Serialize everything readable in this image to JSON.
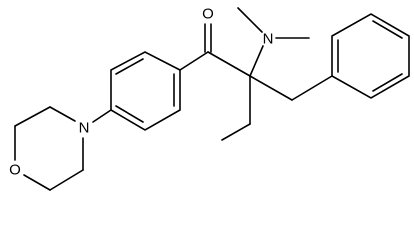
{
  "diagram": {
    "type": "skeletal-structure",
    "colors": {
      "bond": "#000000",
      "background": "#ffffff"
    },
    "atoms": {
      "oxygen_carbonyl": "O",
      "nitrogen_dimethylamino": "N",
      "nitrogen_morpholine": "N",
      "oxygen_morpholine": "O"
    }
  }
}
